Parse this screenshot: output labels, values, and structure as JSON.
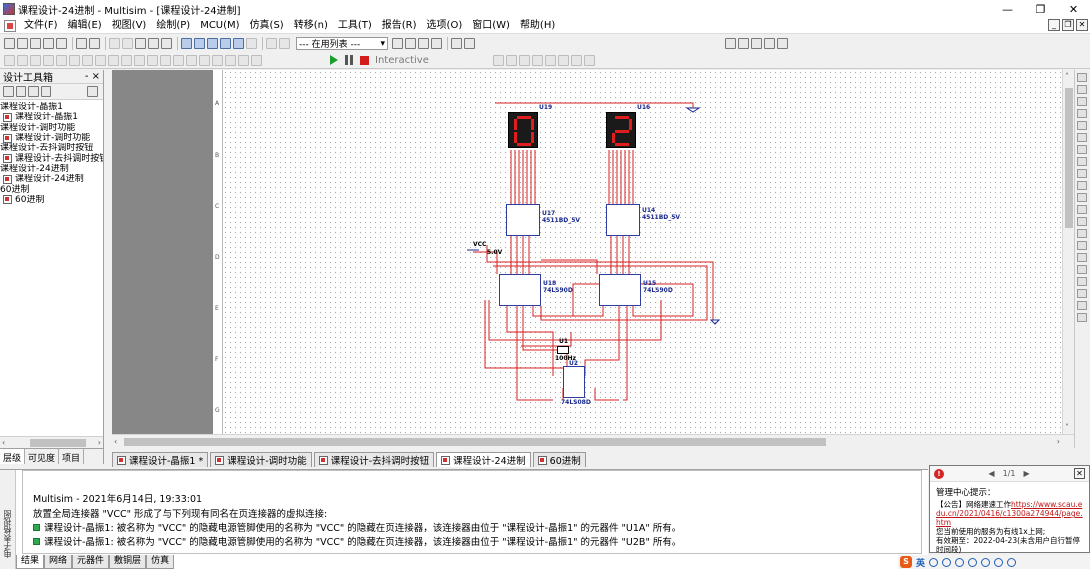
{
  "window": {
    "title": "课程设计-24进制 - Multisim - [课程设计-24进制]",
    "minimize": "—",
    "restore": "❐",
    "close": "✕"
  },
  "menu": {
    "items": [
      "文件(F)",
      "编辑(E)",
      "视图(V)",
      "绘制(P)",
      "MCU(M)",
      "仿真(S)",
      "转移(n)",
      "工具(T)",
      "报告(R)",
      "选项(O)",
      "窗口(W)",
      "帮助(H)"
    ],
    "mdi_controls": [
      "_",
      "❐",
      "✕"
    ]
  },
  "toolbar": {
    "in_use_list": "--- 在用列表 ---",
    "interactive": "Interactive"
  },
  "design_toolbox": {
    "title": "设计工具箱",
    "pin": "-",
    "close": "×",
    "tree": [
      {
        "label": "课程设计-晶振1",
        "child": false
      },
      {
        "label": "课程设计-晶振1",
        "child": true
      },
      {
        "label": "课程设计-调时功能",
        "child": false
      },
      {
        "label": "课程设计-调时功能",
        "child": true
      },
      {
        "label": "课程设计-去抖调时按钮",
        "child": false
      },
      {
        "label": "课程设计-去抖调时按钮",
        "child": true
      },
      {
        "label": "课程设计-24进制",
        "child": false
      },
      {
        "label": "课程设计-24进制",
        "child": true
      },
      {
        "label": "60进制",
        "child": false
      },
      {
        "label": "60进制",
        "child": true
      }
    ],
    "tabs": [
      "层级",
      "可见度",
      "项目"
    ]
  },
  "ruler_labels": [
    "A",
    "B",
    "C",
    "D",
    "E",
    "F",
    "G"
  ],
  "schematic": {
    "displays": [
      {
        "ref": "U19",
        "digit": "0"
      },
      {
        "ref": "U16",
        "digit": "2"
      }
    ],
    "decoders": [
      {
        "ref": "U17",
        "part": "4511BD_5V"
      },
      {
        "ref": "U14",
        "part": "4511BD_5V"
      }
    ],
    "counters": [
      {
        "ref": "U18",
        "part": "74LS90D"
      },
      {
        "ref": "U15",
        "part": "74LS90D"
      },
      {
        "ref": "U2",
        "part": "74LS08D"
      }
    ],
    "clock": {
      "ref": "U1",
      "freq": "100Hz"
    },
    "vcc": {
      "label": "VCC",
      "voltage": "5.0V"
    }
  },
  "doc_tabs": [
    {
      "label": "课程设计-晶振1 *",
      "active": false
    },
    {
      "label": "课程设计-调时功能",
      "active": false
    },
    {
      "label": "课程设计-去抖调时按钮",
      "active": false
    },
    {
      "label": "课程设计-24进制",
      "active": true
    },
    {
      "label": "60进制",
      "active": false
    }
  ],
  "results": {
    "side_label": "电子表格视图",
    "header": "Multisim  -  2021年6月14日, 19:33:01",
    "lines": [
      "放置全局连接器 \"VCC\" 形成了与下列现有同名在页连接器的虚拟连接:",
      "课程设计-晶振1: 被名称为 \"VCC\" 的隐藏电源管脚使用的名称为 \"VCC\" 的隐藏在页连接器，该连接器由位于 \"课程设计-晶振1\" 的元器件 \"U1A\" 所有。",
      "课程设计-晶振1: 被名称为 \"VCC\" 的隐藏电源管脚使用的名称为 \"VCC\" 的隐藏在页连接器，该连接器由位于 \"课程设计-晶振1\" 的元器件 \"U2B\" 所有。"
    ],
    "tabs": [
      "结果",
      "网络",
      "元器件",
      "敷铜层",
      "仿真"
    ]
  },
  "notice": {
    "page": "1/1",
    "title": "管理中心提示：",
    "line1_prefix": "【公告】网络建速工作",
    "link": "https://www.scau.edu.cn/2021/0416/c1300a274944/page.htm",
    "line2": "您当前使用的服务为有线1x上网;",
    "line3": "有效期至：2022-04-23(未含用户自行暂停时间段)"
  },
  "tray": {
    "ime": "S",
    "lang": "英"
  }
}
